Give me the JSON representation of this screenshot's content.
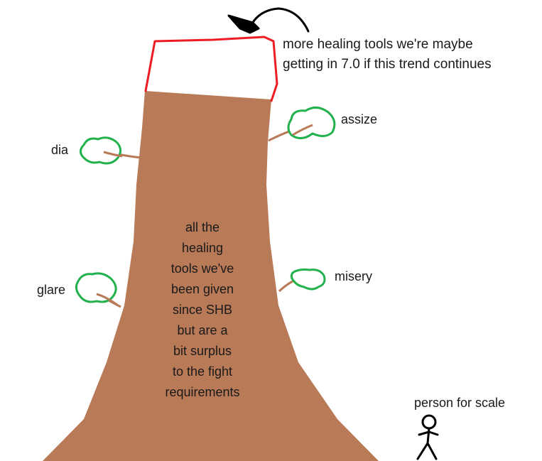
{
  "labels": {
    "top": {
      "line1": "more healing tools we're maybe",
      "line2": "getting in 7.0 if this trend continues"
    },
    "assize": "assize",
    "dia": "dia",
    "misery": "misery",
    "glare": "glare",
    "scale": "person for scale"
  },
  "trunk_text": [
    "all the",
    "healing",
    "tools we've",
    "been given",
    "since SHB",
    "but are a",
    "bit surplus",
    "to the fight",
    "requirements"
  ],
  "colors": {
    "trunk": "#b97a57",
    "leaf_outline": "#22b14c",
    "cap_outline": "#ed1c24",
    "ink": "#000000",
    "text": "#1a1a1a"
  }
}
